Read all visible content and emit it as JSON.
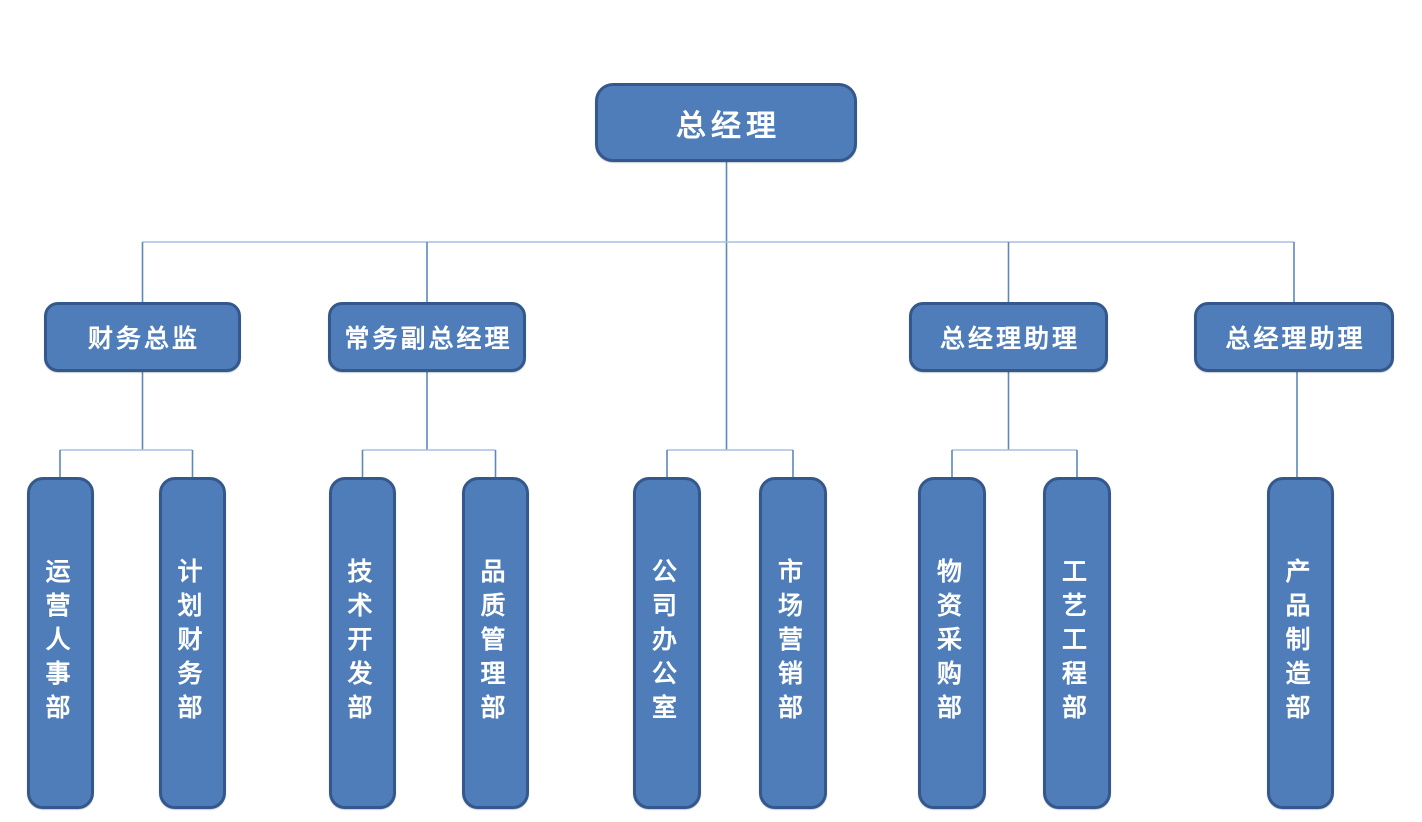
{
  "colors": {
    "background": "#ffffff",
    "node_fill": "#4E7DBA",
    "node_border": "#35588C",
    "node_text": "#ffffff",
    "conn_v": "#5E87BC",
    "conn_h": "#A6C0DF"
  },
  "org": {
    "root": {
      "label": "总经理"
    },
    "root_departments": [
      {
        "label": "公司办公室"
      },
      {
        "label": "市场营销部"
      }
    ],
    "managers": [
      {
        "label": "财务总监",
        "departments": [
          {
            "label": "运营人事部"
          },
          {
            "label": "计划财务部"
          }
        ]
      },
      {
        "label": "常务副总经理",
        "departments": [
          {
            "label": "技术开发部"
          },
          {
            "label": "品质管理部"
          }
        ]
      },
      {
        "label": "总经理助理",
        "departments": [
          {
            "label": "物资采购部"
          },
          {
            "label": "工艺工程部"
          }
        ]
      },
      {
        "label": "总经理助理",
        "departments": [
          {
            "label": "产品制造部"
          }
        ]
      }
    ]
  }
}
